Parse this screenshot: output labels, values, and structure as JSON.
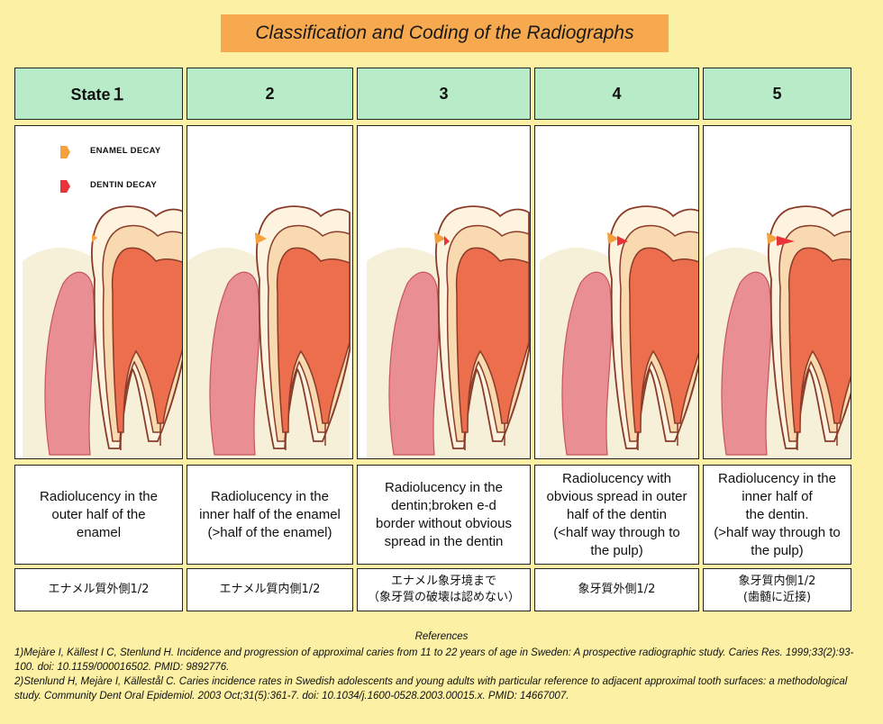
{
  "title": "Classification and Coding of the Radiographs",
  "legend": {
    "enamel_label": "ENAMEL DECAY",
    "dentin_label": "DENTIN DECAY",
    "enamel_color": "#f4a03c",
    "dentin_color": "#e8333a"
  },
  "colors": {
    "background": "#fbf0a3",
    "header_bg": "#b8ecc8",
    "title_bg": "#f6a94e",
    "gum": "#e98f93",
    "bone": "#f6f0d8",
    "enamel": "#fdf3df",
    "dentin": "#f8d9b0",
    "pulp": "#ec6e4c"
  },
  "states": [
    {
      "label": "State１",
      "description": "Radiolucency in the\nouter half of the\nenamel",
      "japanese": "エナメル質外側1/2",
      "stage": 1
    },
    {
      "label": "2",
      "description": "Radiolucency in the\ninner half of the enamel\n(>half of the enamel)",
      "japanese": "エナメル質内側1/2",
      "stage": 2
    },
    {
      "label": "3",
      "description": "Radiolucency in the\ndentin;broken e-d\nborder without obvious\nspread in the dentin",
      "japanese": "エナメル象牙境まで\n（象牙質の破壊は認めない）",
      "stage": 3
    },
    {
      "label": "4",
      "description": "Radiolucency with\nobvious spread in outer\nhalf of the dentin\n(<half way through to\nthe pulp)",
      "japanese": "象牙質外側1/2",
      "stage": 4
    },
    {
      "label": "5",
      "description": "Radiolucency in the\ninner half of\nthe dentin.\n(>half way through to\nthe pulp)",
      "japanese": "象牙質内側1/2\n(歯髄に近接)",
      "stage": 5
    }
  ],
  "references": {
    "title": "References",
    "items": [
      "1)Mejàre I, Källest I C, Stenlund H. Incidence and progression of approximal caries from 11 to 22 years of age in Sweden: A prospective radiographic study. Caries Res. 1999;33(2):93-100. doi: 10.1159/000016502. PMID: 9892776.",
      "2)Stenlund H, Mejàre I, Källestål C. Caries incidence rates in Swedish adolescents and young adults with particular reference to adjacent approximal tooth surfaces: a methodological study. Community Dent Oral Epidemiol. 2003 Oct;31(5):361-7. doi: 10.1034/j.1600-0528.2003.00015.x. PMID: 14667007."
    ]
  }
}
